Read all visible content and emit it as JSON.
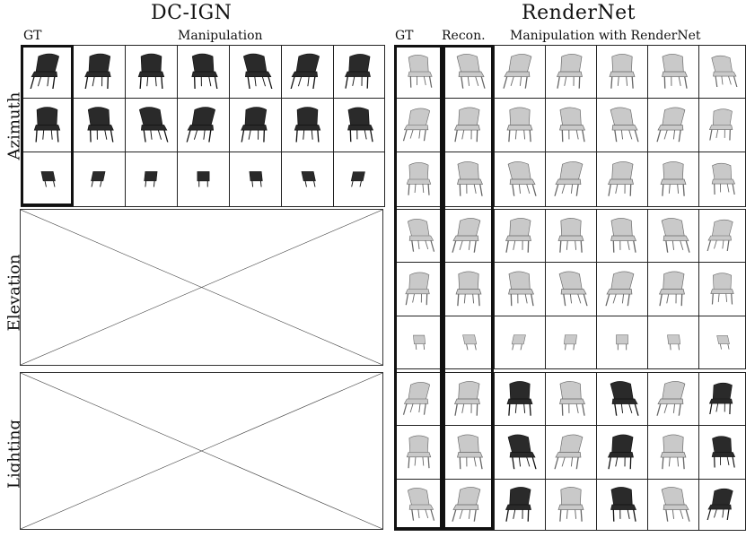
{
  "left_panel": {
    "title": "DC-IGN",
    "header_gt": "GT",
    "header_manipulation": "Manipulation",
    "placeholder_rows": [
      "Elevation",
      "Lighting"
    ]
  },
  "right_panel": {
    "title": "RenderNet",
    "header_gt": "GT",
    "header_recon": "Recon.",
    "header_manipulation": "Manipulation with RenderNet"
  },
  "row_labels": [
    "Azimuth",
    "Elevation",
    "Lighting"
  ],
  "grid": {
    "dcign_columns": 7,
    "rendernet_columns": 7,
    "rows_per_section": 3
  },
  "colors": {
    "border": "#111111",
    "chair_light": "#bdbdbd",
    "chair_dark": "#2a2a2a"
  },
  "icons": [
    "chair-thumbnail",
    "cross-placeholder"
  ]
}
